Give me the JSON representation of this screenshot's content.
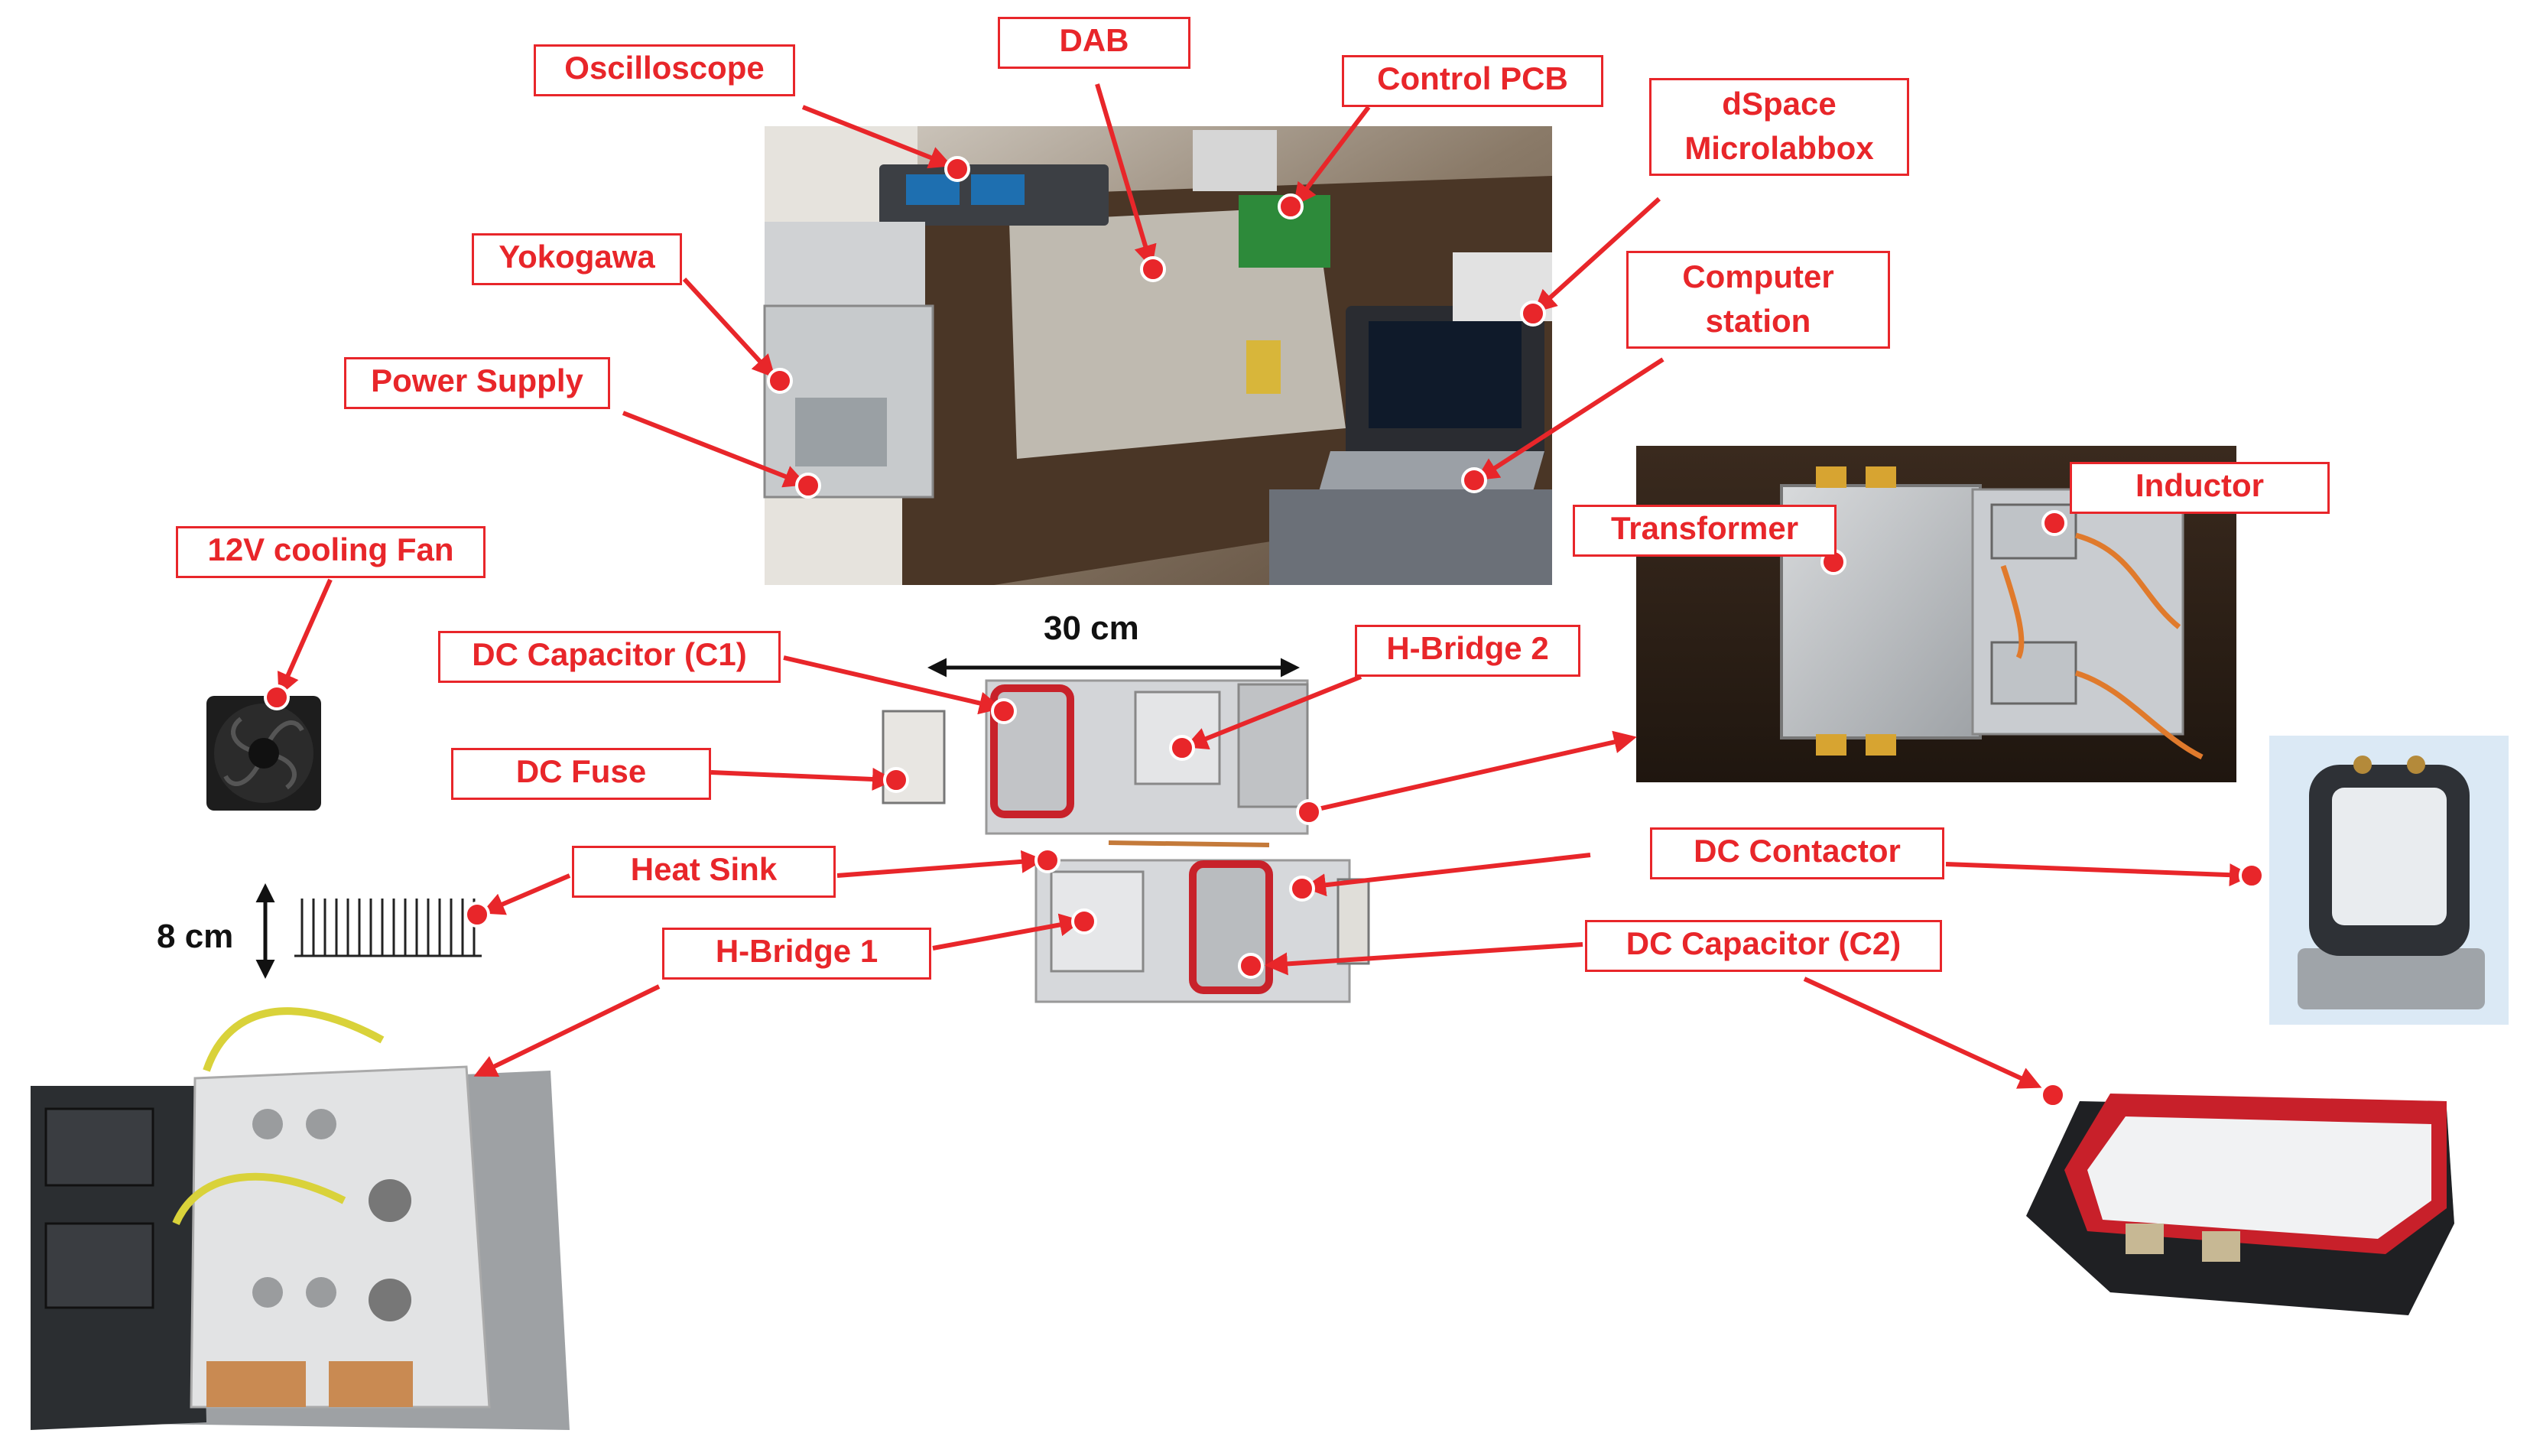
{
  "labels": {
    "oscilloscope": "Oscilloscope",
    "dab": "DAB",
    "control_pcb": "Control PCB",
    "dspace_line1": "dSpace",
    "dspace_line2": "Microlabbox",
    "yokogawa": "Yokogawa",
    "computer_line1": "Computer",
    "computer_line2": "station",
    "power_supply": "Power Supply",
    "transformer": "Transformer",
    "inductor": "Inductor",
    "cooling_fan": "12V cooling Fan",
    "dc_capacitor_c1": "DC Capacitor (C1)",
    "h_bridge_2": "H-Bridge 2",
    "dc_fuse": "DC Fuse",
    "heat_sink": "Heat Sink",
    "dc_contactor": "DC Contactor",
    "h_bridge_1": "H-Bridge 1",
    "dc_capacitor_c2": "DC Capacitor (C2)"
  },
  "dimensions": {
    "width": "30 cm",
    "height": "8 cm"
  },
  "colors": {
    "accent_red": "#e8262a",
    "dim_black": "#111111"
  }
}
